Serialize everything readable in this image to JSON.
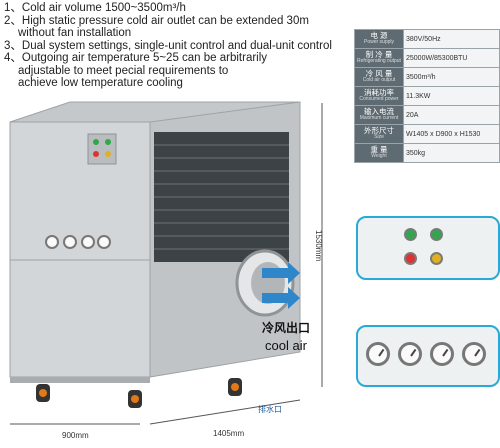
{
  "features": [
    "1、Cold air volume 1500~3500m³/h",
    "2、High static pressure cold air outlet can be extended 30m",
    "without fan installation",
    "3、Dual system settings, single-unit control and dual-unit control",
    "4、Outgoing air temperature 5~25 can be arbitrarily",
    "adjustable to meet pecial requirements to",
    "achieve low temperature cooling"
  ],
  "spec_rows": [
    {
      "cn": "电  源",
      "en": "Power supply",
      "value": "380V/50Hz"
    },
    {
      "cn": "制 冷 量",
      "en": "Refrigerating output",
      "value": "25000W/85300BTU"
    },
    {
      "cn": "冷 风 量",
      "en": "Cold air output",
      "value": "3500m³/h"
    },
    {
      "cn": "消耗功率",
      "en": "Consumed power",
      "value": "11.3KW"
    },
    {
      "cn": "输入电流",
      "en": "Maximum current",
      "value": "20A"
    },
    {
      "cn": "外形尺寸",
      "en": "Size",
      "value": "W1405 x D900 x H1530"
    },
    {
      "cn": "重  量",
      "en": "Weight",
      "value": "350kg"
    }
  ],
  "dimensions": {
    "height": "1530mm",
    "depth": "900mm",
    "width": "1405mm"
  },
  "labels": {
    "cool_air_cn": "冷风出口",
    "cool_air_en": "cool air",
    "drain_cn": "排水口"
  },
  "colors": {
    "unit_body": "#d3d6d8",
    "panel_border": "#28a9d8",
    "arrow": "#2f86c9",
    "caster_accent": "#e07a18"
  }
}
